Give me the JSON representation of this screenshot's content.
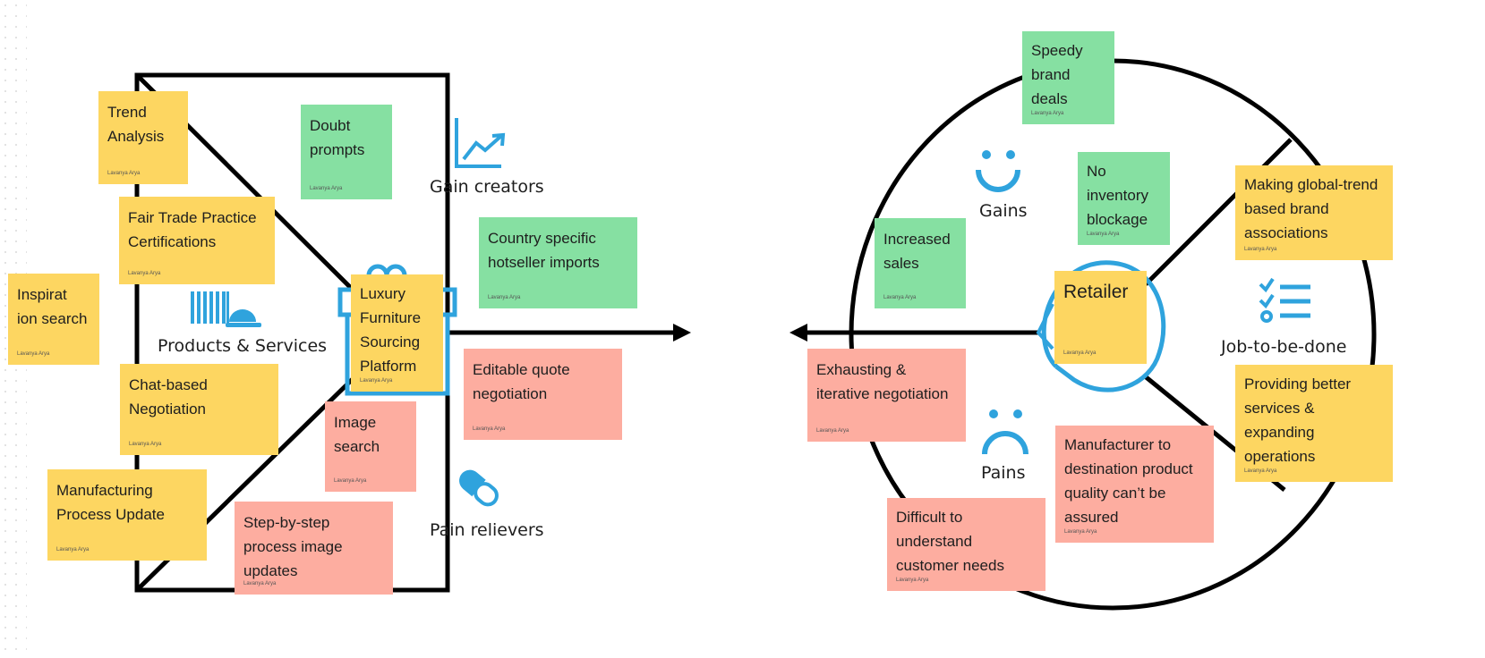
{
  "author": "Lavanya Arya",
  "colors": {
    "accent": "#2fa3dd",
    "yellow": "#fdd661",
    "green": "#86e0a2",
    "red": "#fdada0"
  },
  "value_map": {
    "labels": {
      "gain_creators": "Gain creators",
      "products_services": "Products & Services",
      "pain_relievers": "Pain relievers"
    },
    "icons": [
      "chart-up-icon",
      "products-services-icon",
      "gift-icon",
      "pill-icon"
    ],
    "stickies": [
      {
        "text": "Trend Analysis",
        "color": "yellow"
      },
      {
        "text": "Doubt prompts",
        "color": "green"
      },
      {
        "text": "Fair Trade Practice Certifications",
        "color": "yellow"
      },
      {
        "text": "Country specific hotseller imports",
        "color": "green"
      },
      {
        "text": "Inspirat ion search",
        "color": "yellow"
      },
      {
        "text": "Luxury Furniture Sourcing Platform",
        "color": "yellow"
      },
      {
        "text": "Editable quote negotiation",
        "color": "red"
      },
      {
        "text": "Chat-based Negotiation",
        "color": "yellow"
      },
      {
        "text": "Image search",
        "color": "red"
      },
      {
        "text": "Manufacturing Process Update",
        "color": "yellow"
      },
      {
        "text": "Step-by-step process image updates",
        "color": "red"
      }
    ]
  },
  "customer_profile": {
    "labels": {
      "gains": "Gains",
      "pains": "Pains",
      "job": "Job-to-be-done"
    },
    "icons": [
      "smile-icon",
      "frown-icon",
      "checklist-icon",
      "head-icon"
    ],
    "stickies": [
      {
        "text": "Speedy brand deals",
        "color": "green"
      },
      {
        "text": "No inventory blockage",
        "color": "green"
      },
      {
        "text": "Making global-trend based brand associations",
        "color": "yellow"
      },
      {
        "text": "Increased sales",
        "color": "green"
      },
      {
        "text": "Retailer",
        "color": "yellow"
      },
      {
        "text": "Exhausting & iterative negotiation",
        "color": "red"
      },
      {
        "text": "Providing better services & expanding operations",
        "color": "yellow"
      },
      {
        "text": "Manufacturer to destination product quality can’t be assured",
        "color": "red"
      },
      {
        "text": "Difficult to understand customer needs",
        "color": "red"
      }
    ]
  }
}
